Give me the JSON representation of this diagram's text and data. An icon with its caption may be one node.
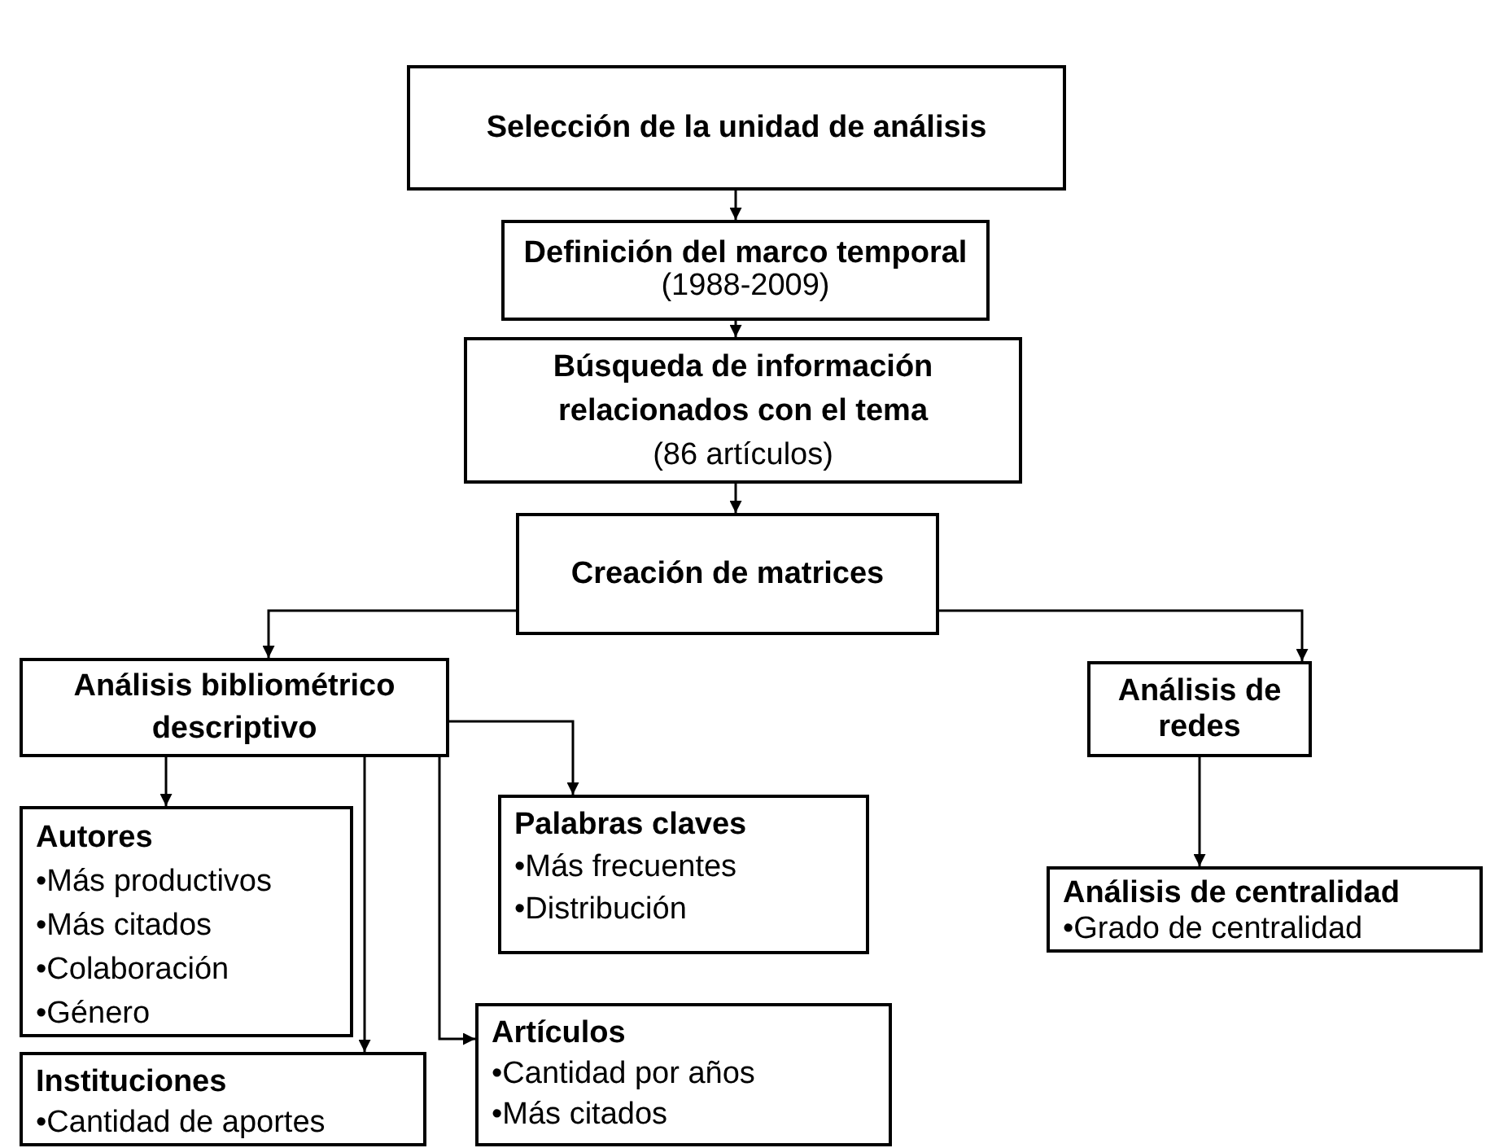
{
  "diagram": {
    "nodes": [
      {
        "text": [
          "Selección de la unidad de análisis"
        ]
      },
      {
        "text": [
          "Definición del marco temporal",
          "(1988-2009)"
        ]
      },
      {
        "text": [
          "Búsqueda de información relacionados con el tema",
          "(86 artículos)"
        ]
      },
      {
        "text": [
          "Creación de matrices"
        ]
      },
      {
        "text": [
          "Análisis bibliométrico descriptivo"
        ]
      },
      {
        "text": [
          "Autores",
          "•Más productivos",
          "•Más citados",
          "•Colaboración",
          "•Género"
        ]
      },
      {
        "text": [
          "Instituciones",
          "•Cantidad de aportes"
        ]
      },
      {
        "text": [
          "Palabras claves",
          "•Más frecuentes",
          "•Distribución"
        ]
      },
      {
        "text": [
          "Artículos",
          "•Cantidad por años",
          "•Más citados"
        ]
      },
      {
        "text": [
          "Análisis de redes"
        ]
      },
      {
        "text": [
          "Análisis de centralidad",
          "•Grado de centralidad"
        ]
      }
    ],
    "edges": [
      {
        "from": 0,
        "to": 1,
        "arrow": "to"
      },
      {
        "from": 1,
        "to": 2,
        "arrow": "to"
      },
      {
        "from": 2,
        "to": 3,
        "arrow": "to"
      },
      {
        "from": 3,
        "to": 4,
        "arrow": "to"
      },
      {
        "from": 3,
        "to": 9,
        "arrow": "to"
      },
      {
        "from": 4,
        "to": 5,
        "arrow": "to"
      },
      {
        "from": 4,
        "to": 6,
        "arrow": "to"
      },
      {
        "from": 4,
        "to": 8,
        "arrow": "to"
      },
      {
        "from": 4,
        "to": 7,
        "arrow": "to"
      },
      {
        "from": 9,
        "to": 10,
        "arrow": "to"
      }
    ]
  }
}
